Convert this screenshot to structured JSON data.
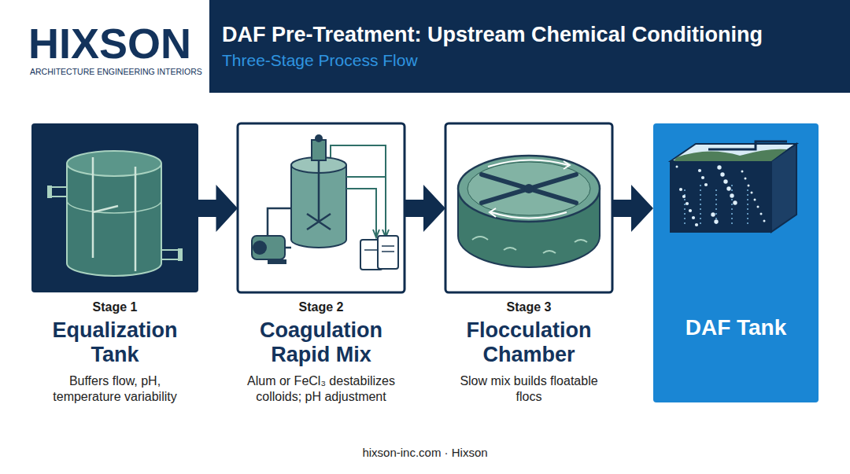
{
  "diagram": {
    "title": "DAF Pre-Treatment: Upstream Chemical Conditioning",
    "caption": "hixson-inc.com · Hixson",
    "nodes": [
      {
        "text": [
          "Stage 1",
          "Equalization Tank",
          "Buffers flow, pH, temperature variability"
        ]
      },
      {
        "text": [
          "Stage 2",
          "Coagulation Rapid Mix",
          "Alum or FeCl₃ destabilizes colloids; pH adjustment"
        ]
      },
      {
        "text": [
          "Stage 3",
          "Flocculation Chamber",
          "Slow mix builds floatable flocs"
        ]
      },
      {
        "text": [
          "DAF Tank"
        ]
      }
    ],
    "edges": [
      {
        "from": 0,
        "to": 1,
        "arrow": "to"
      },
      {
        "from": 1,
        "to": 2,
        "arrow": "to"
      },
      {
        "from": 2,
        "to": 3,
        "arrow": "to"
      }
    ],
    "labels": [
      "HIXSON",
      "ARCHITECTURE ENGINEERING INTERIORS",
      "Three-Stage Process Flow"
    ]
  }
}
